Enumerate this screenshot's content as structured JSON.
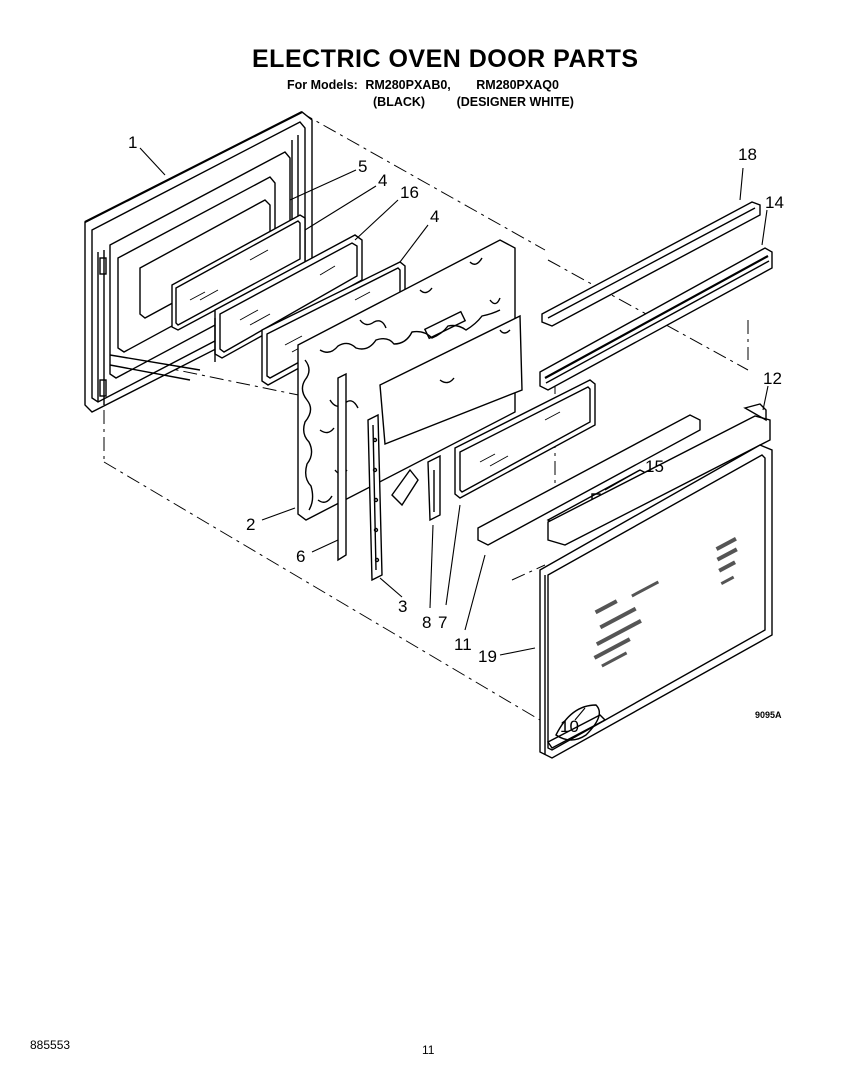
{
  "header": {
    "title": "ELECTRIC OVEN DOOR PARTS",
    "models_prefix": "For Models:",
    "model_1": "RM280PXAB0,",
    "model_2": "RM280PXAQ0",
    "variant_1": "(BLACK)",
    "variant_2": "(DESIGNER WHITE)"
  },
  "callouts": [
    "1",
    "5",
    "4",
    "16",
    "4",
    "18",
    "14",
    "12",
    "15",
    "2",
    "6",
    "3",
    "8",
    "7",
    "11",
    "19",
    "10"
  ],
  "drawing_code": "9095A",
  "footer": {
    "doc_number": "885553",
    "page_number": "11"
  }
}
